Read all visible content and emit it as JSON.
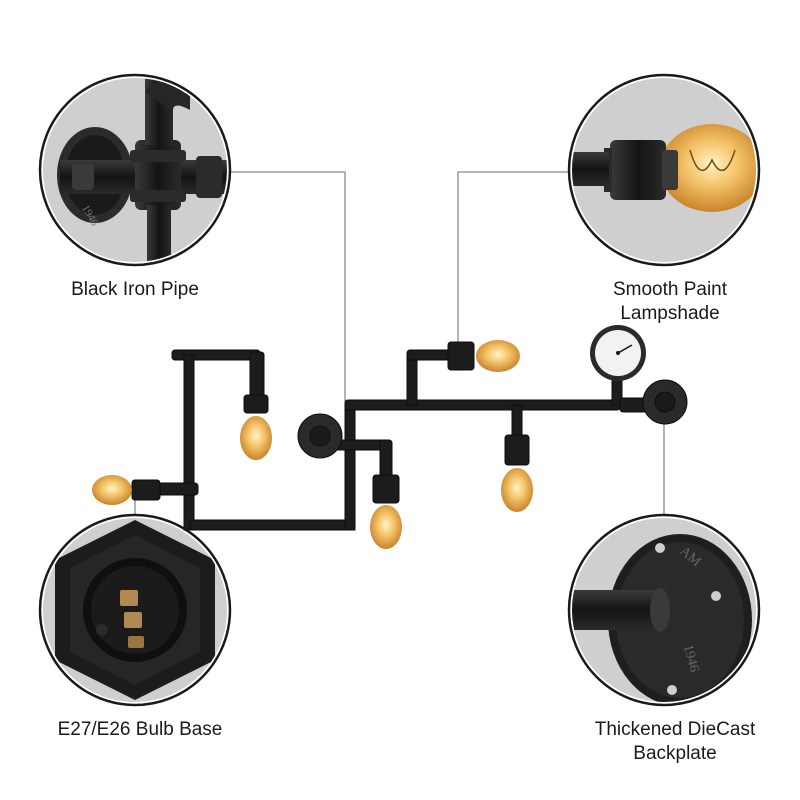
{
  "features": {
    "black_iron_pipe": {
      "label": "Black Iron Pipe"
    },
    "smooth_paint_lampshade": {
      "line1": "Smooth Paint",
      "line2": "Lampshade"
    },
    "bulb_base": {
      "label": "E27/E26 Bulb Base"
    },
    "backplate": {
      "line1": "Thickened DieCast",
      "line2": "Backplate"
    }
  },
  "backplate_embossing": {
    "top": "AM",
    "bottom": "1946"
  },
  "pipe_embossing": "1946",
  "colors": {
    "pipe": "#1c1c1c",
    "circle_bg": "#cfcfcf",
    "bulb_glow": "#f2b04a",
    "leader_line": "#8a8a8a"
  }
}
